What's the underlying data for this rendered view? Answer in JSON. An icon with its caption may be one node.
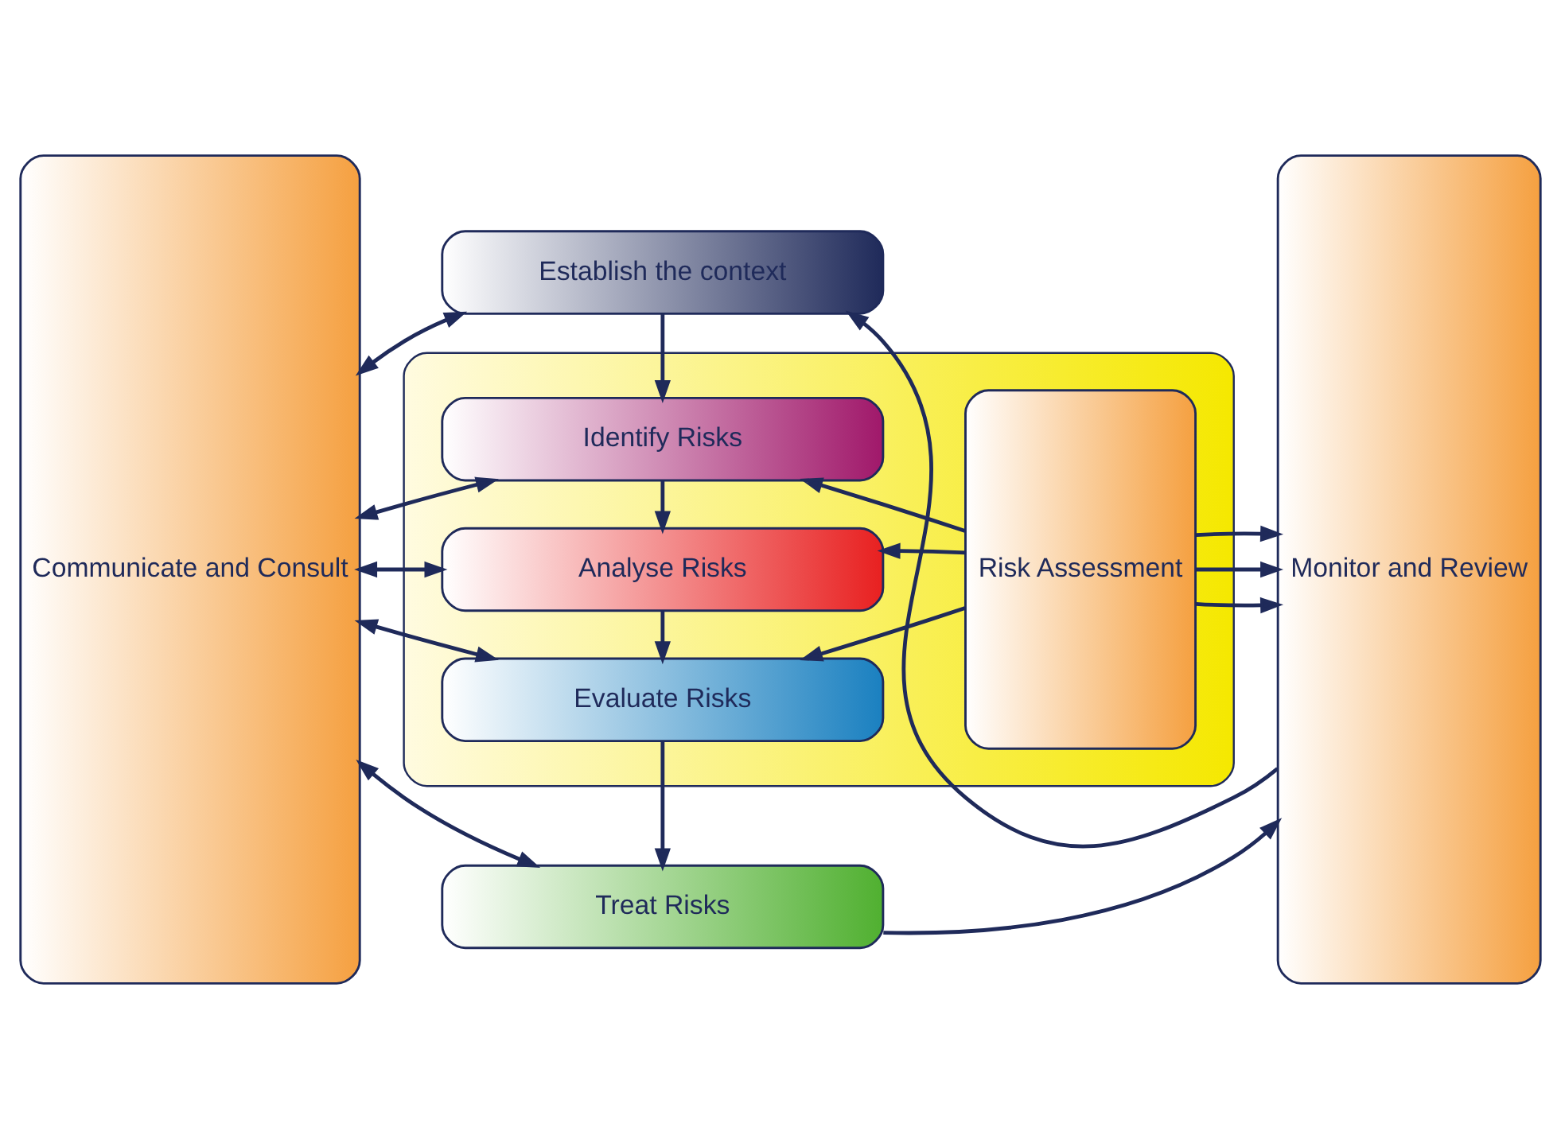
{
  "diagram": {
    "nodes": [
      {
        "text": [
          "Communicate and Consult"
        ]
      },
      {
        "text": [
          "Establish the context"
        ]
      },
      {
        "text": [],
        "shape": "box"
      },
      {
        "text": [
          "Identify Risks"
        ],
        "in": 2
      },
      {
        "text": [
          "Analyse Risks"
        ],
        "in": 2
      },
      {
        "text": [
          "Evaluate Risks"
        ],
        "in": 2
      },
      {
        "text": [
          "Risk Assessment"
        ],
        "in": 2
      },
      {
        "text": [
          "Treat Risks"
        ]
      },
      {
        "text": [
          "Monitor and Review"
        ]
      }
    ],
    "edges": [
      {
        "from": 8,
        "to": 1,
        "arrow": "to"
      },
      {
        "from": 0,
        "to": 1,
        "arrow": "both"
      },
      {
        "from": 1,
        "to": 3,
        "arrow": "to"
      },
      {
        "from": 0,
        "to": 3,
        "arrow": "both"
      },
      {
        "from": 6,
        "to": 3,
        "arrow": "to"
      },
      {
        "from": 6,
        "to": 8,
        "arrow": "to"
      },
      {
        "from": 3,
        "to": 4,
        "arrow": "to"
      },
      {
        "from": 0,
        "to": 4,
        "arrow": "both"
      },
      {
        "from": 6,
        "to": 4,
        "arrow": "to"
      },
      {
        "from": 6,
        "to": 8,
        "arrow": "to"
      },
      {
        "from": 4,
        "to": 5,
        "arrow": "to"
      },
      {
        "from": 0,
        "to": 5,
        "arrow": "both"
      },
      {
        "from": 6,
        "to": 5,
        "arrow": "to"
      },
      {
        "from": 6,
        "to": 8,
        "arrow": "to"
      },
      {
        "from": 5,
        "to": 7,
        "arrow": "to"
      },
      {
        "from": 0,
        "to": 7,
        "arrow": "both"
      },
      {
        "from": 7,
        "to": 8,
        "arrow": "to"
      }
    ]
  }
}
